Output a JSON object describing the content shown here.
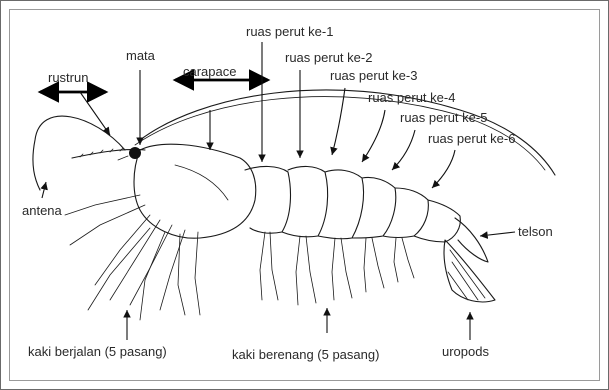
{
  "colors": {
    "ink": "#1a1a1a",
    "label": "#2a2a2a",
    "border": "#6a6a6a",
    "background": "#ffffff"
  },
  "labels": {
    "rustrun": "rustrun",
    "mata": "mata",
    "carapace": "carapace",
    "ruas1": "ruas perut ke-1",
    "ruas2": "ruas perut ke-2",
    "ruas3": "ruas perut ke-3",
    "ruas4": "ruas perut ke-4",
    "ruas5": "ruas perut ke-5",
    "ruas6": "ruas perut ke-6",
    "antena": "antena",
    "telson": "telson",
    "kaki_berjalan": "kaki berjalan (5 pasang)",
    "kaki_berenang": "kaki berenang (5 pasang)",
    "uropods": "uropods"
  }
}
